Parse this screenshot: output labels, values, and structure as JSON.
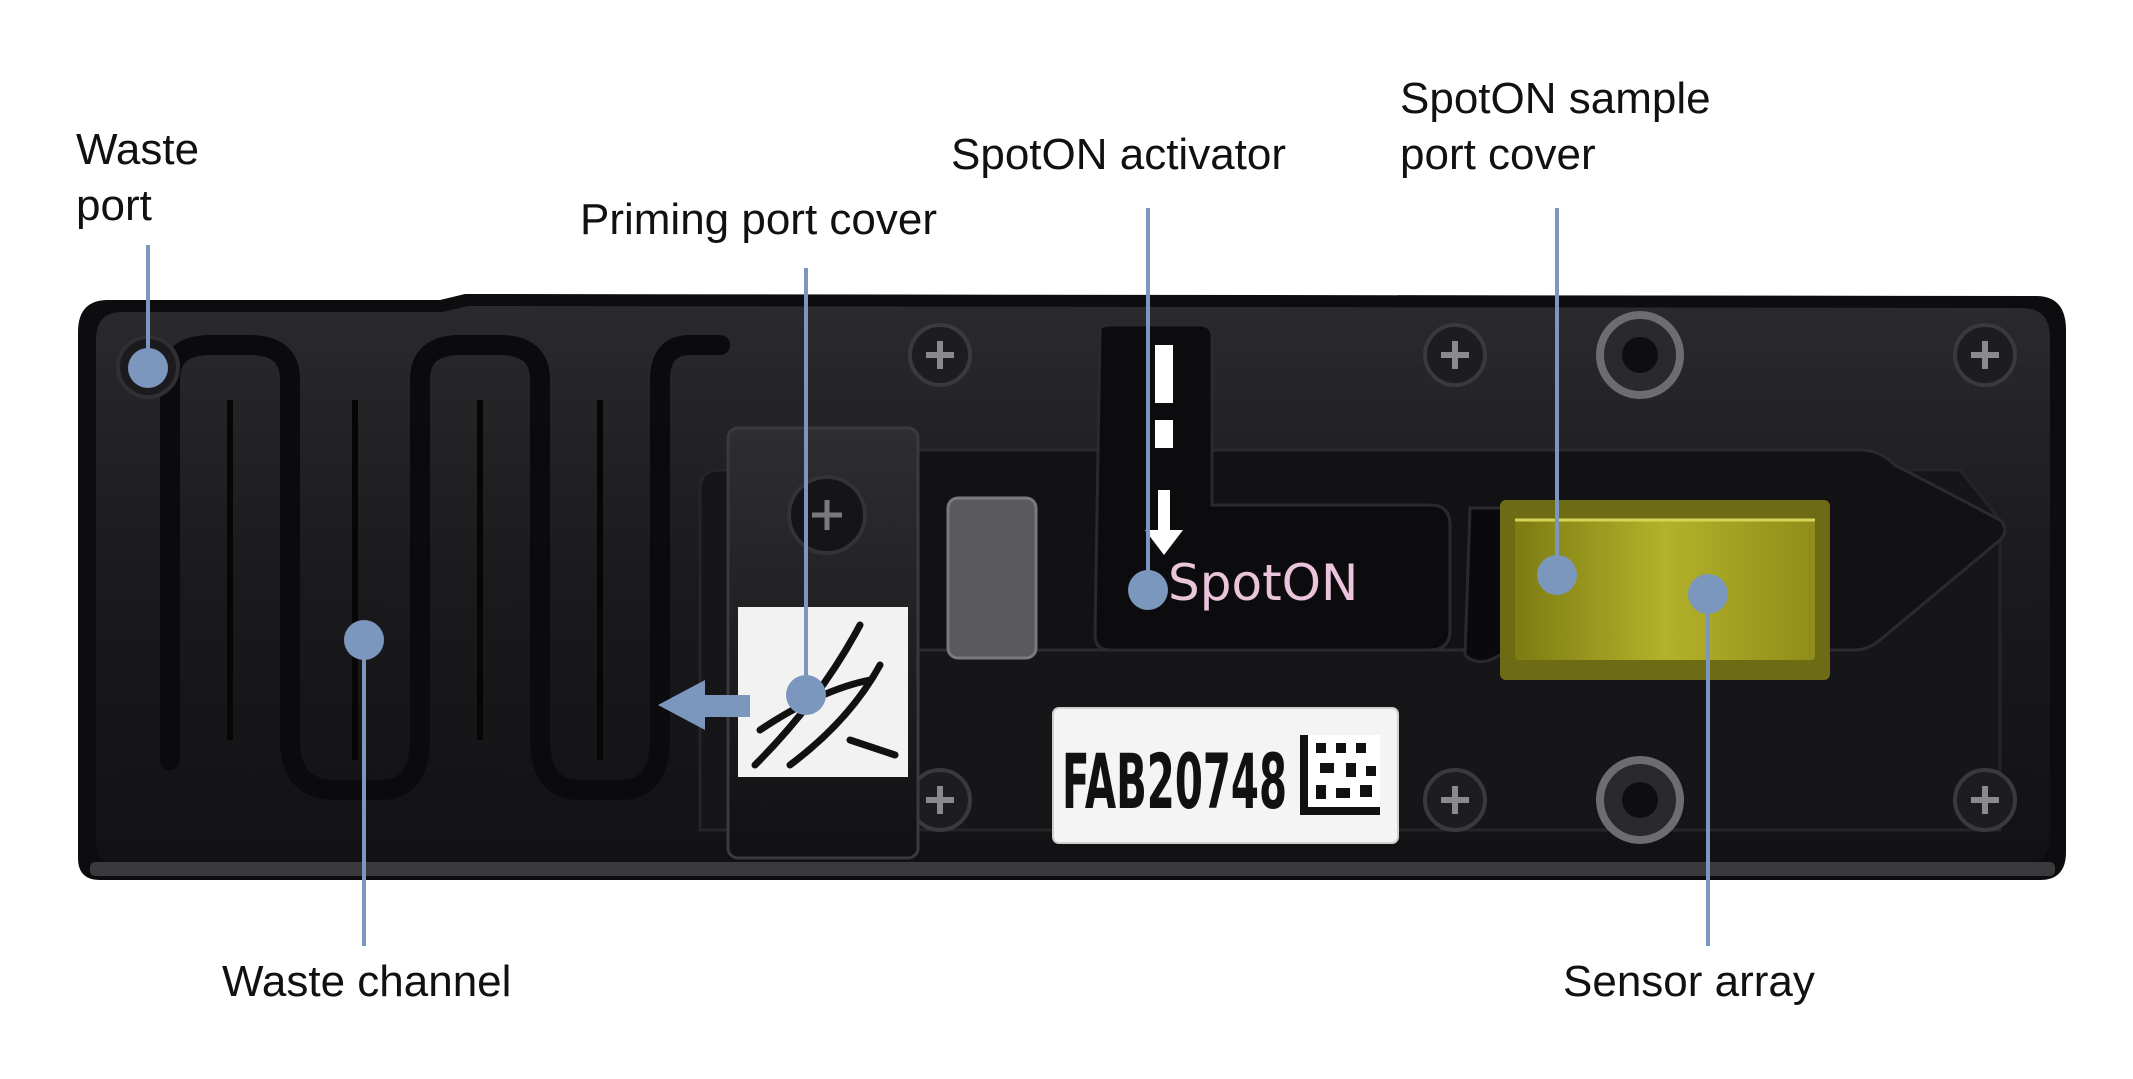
{
  "callouts": {
    "waste_port": "Waste\nport",
    "priming_port_cover": "Priming port cover",
    "spoton_activator": "SpotON activator",
    "spoton_sample_port_cover": "SpotON sample\nport cover",
    "waste_channel": "Waste channel",
    "sensor_array": "Sensor array"
  },
  "device": {
    "spoton_logo": "SpotON",
    "serial_label": "FAB20748"
  },
  "colors": {
    "callout_marker": "#7b97bd",
    "callout_line": "#7b97bd",
    "device_body": "#1b1b1d",
    "sensor_array": "#a4a21f",
    "serial_tag": "#f4f4f4"
  }
}
